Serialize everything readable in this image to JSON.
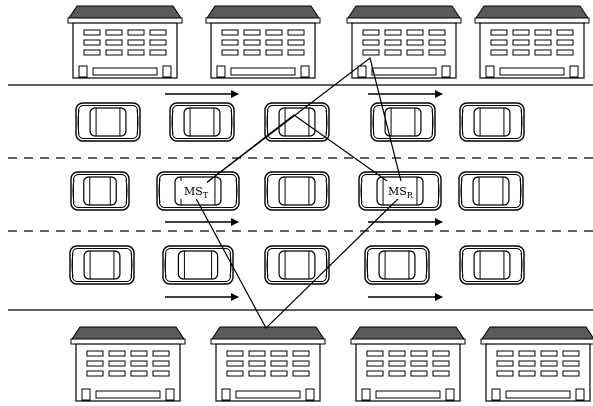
{
  "labels": {
    "transmitter": {
      "base": "MS",
      "sub": "T"
    },
    "receiver": {
      "base": "MS",
      "sub": "R"
    }
  },
  "colors": {
    "ink": "#000000",
    "roof": "#5a5a5a",
    "fill": "#ffffff"
  },
  "icons": {
    "building": "building-icon",
    "car": "car-icon",
    "arrow": "traffic-direction-arrow"
  }
}
